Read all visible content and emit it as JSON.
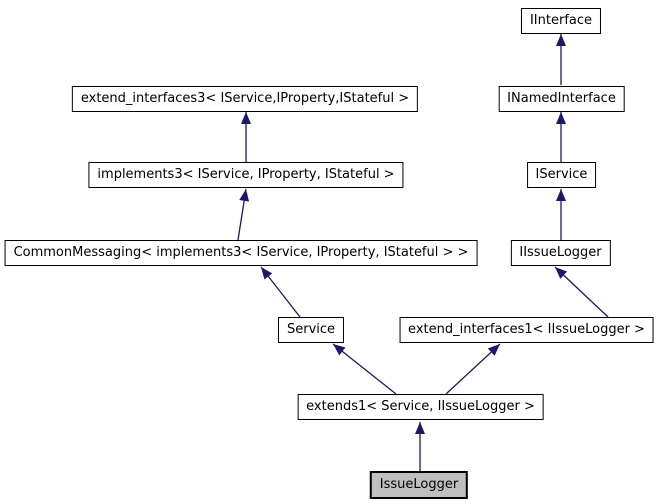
{
  "diagram": {
    "type": "class-inheritance-graph",
    "colors": {
      "arrow": "#191970",
      "node_border": "#000000",
      "node_fill": "#ffffff",
      "highlight_fill": "#bfbfbf",
      "background": "#ffffff",
      "text": "#000000"
    },
    "nodes": [
      {
        "id": "iinterface",
        "label": "IInterface",
        "highlighted": false
      },
      {
        "id": "extend-interfaces3",
        "label": "extend_interfaces3< IService,IProperty,IStateful >",
        "highlighted": false
      },
      {
        "id": "inamedinterface",
        "label": "INamedInterface",
        "highlighted": false
      },
      {
        "id": "implements3",
        "label": "implements3< IService, IProperty, IStateful >",
        "highlighted": false
      },
      {
        "id": "iservice",
        "label": "IService",
        "highlighted": false
      },
      {
        "id": "commonmessaging",
        "label": "CommonMessaging< implements3< IService, IProperty, IStateful > >",
        "highlighted": false
      },
      {
        "id": "iissuelogger",
        "label": "IIssueLogger",
        "highlighted": false
      },
      {
        "id": "service",
        "label": "Service",
        "highlighted": false
      },
      {
        "id": "extend-interfaces1",
        "label": "extend_interfaces1< IIssueLogger >",
        "highlighted": false
      },
      {
        "id": "extends1",
        "label": "extends1< Service, IIssueLogger >",
        "highlighted": false
      },
      {
        "id": "issuelogger",
        "label": "IssueLogger",
        "highlighted": true
      }
    ],
    "edges": [
      {
        "from": "inamedinterface",
        "to": "iinterface"
      },
      {
        "from": "implements3",
        "to": "extend-interfaces3"
      },
      {
        "from": "iservice",
        "to": "inamedinterface"
      },
      {
        "from": "commonmessaging",
        "to": "implements3"
      },
      {
        "from": "iissuelogger",
        "to": "iservice"
      },
      {
        "from": "service",
        "to": "commonmessaging"
      },
      {
        "from": "extend-interfaces1",
        "to": "iissuelogger"
      },
      {
        "from": "extends1",
        "to": "service"
      },
      {
        "from": "extends1",
        "to": "extend-interfaces1"
      },
      {
        "from": "issuelogger",
        "to": "extends1"
      }
    ]
  }
}
